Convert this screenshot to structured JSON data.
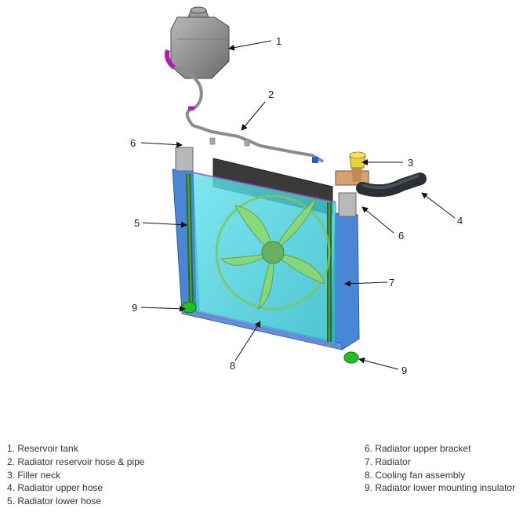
{
  "callouts": [
    "1",
    "2",
    "3",
    "4",
    "5",
    "6",
    "6",
    "7",
    "8",
    "9",
    "9"
  ],
  "legend": {
    "left": [
      "1. Reservoir tank",
      "2. Radiator reservoir hose & pipe",
      "3. Filler neck",
      "4. Radiator upper hose",
      "5. Radiator lower hose"
    ],
    "right": [
      "6. Radiator upper bracket",
      "7. Radiator",
      "8. Cooling fan assembly",
      "9. Radiator lower mounting insulator"
    ]
  },
  "colors": {
    "radiator_core": "#3fd3df",
    "radiator_frame": "#4a86d6",
    "fan": "#8fd86a",
    "fan_shroud": "#3a3a3a",
    "reservoir": "#8a8a8a",
    "hose_accent": "#b020b0",
    "filler_cap": "#e8d23a",
    "insulator": "#22c022",
    "leader_line": "#111111"
  }
}
